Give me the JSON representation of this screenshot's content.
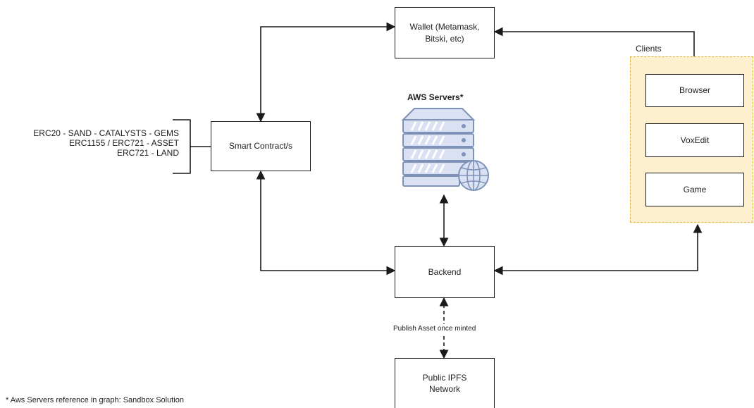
{
  "token_standards": {
    "line1": "ERC20 - SAND - CATALYSTS - GEMS",
    "line2": "ERC1155 / ERC721 - ASSET",
    "line3": "ERC721 - LAND"
  },
  "nodes": {
    "smart_contract": "Smart Contract/s",
    "wallet_line1": "Wallet (Metamask,",
    "wallet_line2": "Bitski, etc)",
    "backend": "Backend",
    "ipfs_line1": "Public IPFS",
    "ipfs_line2": "Network"
  },
  "aws": {
    "title": "AWS Servers*",
    "icon": "server-rack-globe-icon"
  },
  "clients": {
    "title": "Clients",
    "items": [
      "Browser",
      "VoxEdit",
      "Game"
    ]
  },
  "edge_labels": {
    "publish": "Publish Asset once minted"
  },
  "footnote": "* Aws Servers reference in graph: Sandbox Solution",
  "colors": {
    "line": "#1a1a1a",
    "clients_fill": "#fdf0cf",
    "clients_border": "#e2b24b",
    "server_fill": "#d9e1f2",
    "server_stroke": "#7f92b8"
  }
}
